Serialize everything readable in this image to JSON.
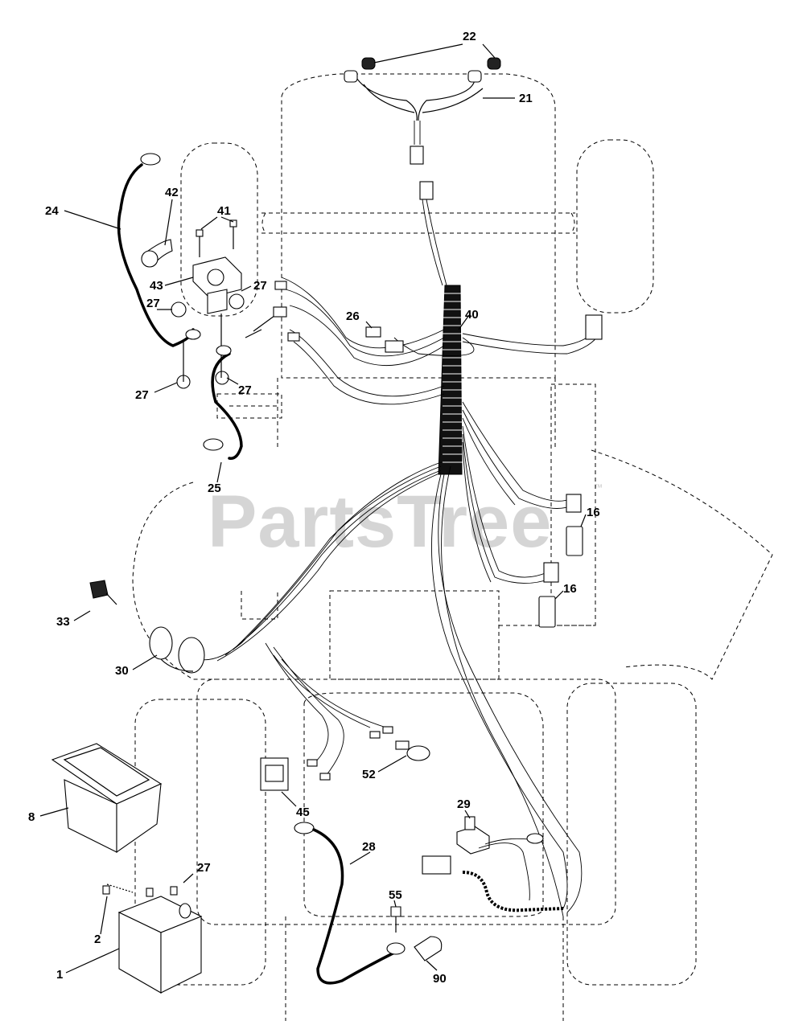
{
  "watermark": {
    "text": "PartsTree",
    "trademark": "™"
  },
  "callouts": {
    "c22": "22",
    "c21": "21",
    "c24": "24",
    "c42": "42",
    "c41": "41",
    "c43": "43",
    "c27a": "27",
    "c27b": "27",
    "c27c": "27",
    "c27d": "27",
    "c27e": "27",
    "c26": "26",
    "c40": "40",
    "c25": "25",
    "c16a": "16",
    "c16b": "16",
    "c33": "33",
    "c30": "30",
    "c52": "52",
    "c45": "45",
    "c8": "8",
    "c29": "29",
    "c28": "28",
    "c2": "2",
    "c55": "55",
    "c1": "1",
    "c90": "90"
  }
}
